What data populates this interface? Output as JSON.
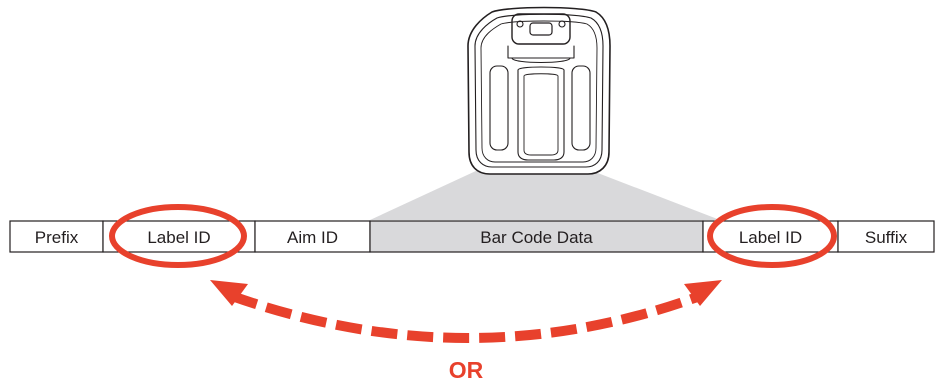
{
  "colors": {
    "accent": "#e8412c",
    "outline": "#231f20",
    "shaded_field": "#d9d9db",
    "scan_beam": "#d9d9db",
    "background": "#ffffff"
  },
  "icons": {
    "scanner": "barcode-scanner-icon",
    "connector": "double-headed-dashed-arrow"
  },
  "data_string": {
    "fields": [
      {
        "label": "Prefix"
      },
      {
        "label": "Label ID",
        "highlighted": true
      },
      {
        "label": "Aim ID"
      },
      {
        "label": "Bar Code Data",
        "shaded": true
      },
      {
        "label": "Label ID",
        "highlighted": true
      },
      {
        "label": "Suffix"
      }
    ]
  },
  "connector_label": "OR"
}
